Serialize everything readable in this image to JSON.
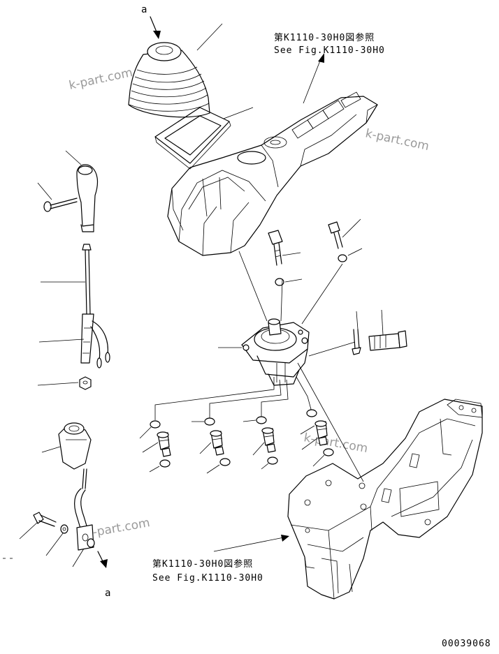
{
  "diagram": {
    "view_marker": "a",
    "references": [
      {
        "line1": "第K1110-30H0図参照",
        "line2": "See Fig.K1110-30H0"
      },
      {
        "line1": "第K1110-30H0図参照",
        "line2": "See Fig.K1110-30H0"
      }
    ],
    "watermarks": [
      "k-part.com",
      "k-part.com",
      "k-part.com",
      "k-part.com"
    ],
    "drawing_number": "00039068"
  }
}
